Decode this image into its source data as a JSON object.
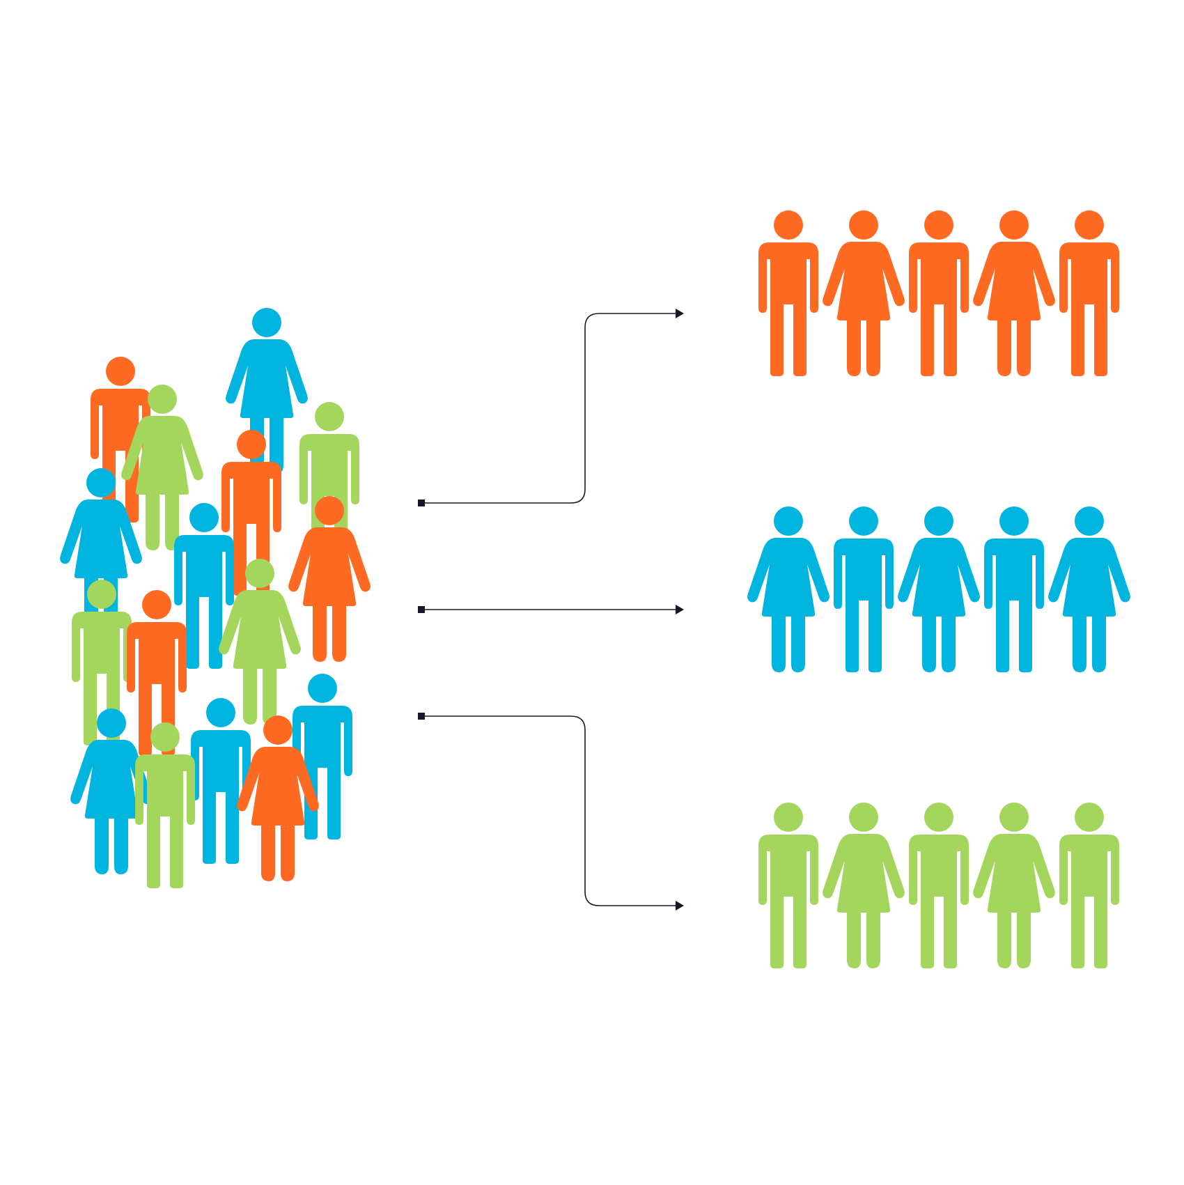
{
  "colors": {
    "orange": "#ff6a23",
    "blue": "#00b4e0",
    "green": "#a4d65e",
    "connector": "#111827",
    "background": "#ffffff"
  },
  "crowd": [
    {
      "shape": "male",
      "color": "orange"
    },
    {
      "shape": "female",
      "color": "blue"
    },
    {
      "shape": "female",
      "color": "green"
    },
    {
      "shape": "male",
      "color": "green"
    },
    {
      "shape": "male",
      "color": "orange"
    },
    {
      "shape": "female",
      "color": "blue"
    },
    {
      "shape": "male",
      "color": "blue"
    },
    {
      "shape": "female",
      "color": "orange"
    },
    {
      "shape": "male",
      "color": "green"
    },
    {
      "shape": "male",
      "color": "orange"
    },
    {
      "shape": "female",
      "color": "green"
    },
    {
      "shape": "male",
      "color": "blue"
    },
    {
      "shape": "male",
      "color": "blue"
    },
    {
      "shape": "female",
      "color": "blue"
    },
    {
      "shape": "male",
      "color": "green"
    },
    {
      "shape": "female",
      "color": "orange"
    }
  ],
  "groups": [
    {
      "color": "orange",
      "members": [
        "male",
        "female",
        "male",
        "female",
        "male"
      ]
    },
    {
      "color": "blue",
      "members": [
        "female",
        "male",
        "female",
        "male",
        "female"
      ]
    },
    {
      "color": "green",
      "members": [
        "male",
        "female",
        "male",
        "female",
        "male"
      ]
    }
  ],
  "connectors": [
    {
      "from": "crowd",
      "to": "group-orange",
      "icon": "square-start-arrow-end"
    },
    {
      "from": "crowd",
      "to": "group-blue",
      "icon": "square-start-arrow-end"
    },
    {
      "from": "crowd",
      "to": "group-green",
      "icon": "square-start-arrow-end"
    }
  ]
}
